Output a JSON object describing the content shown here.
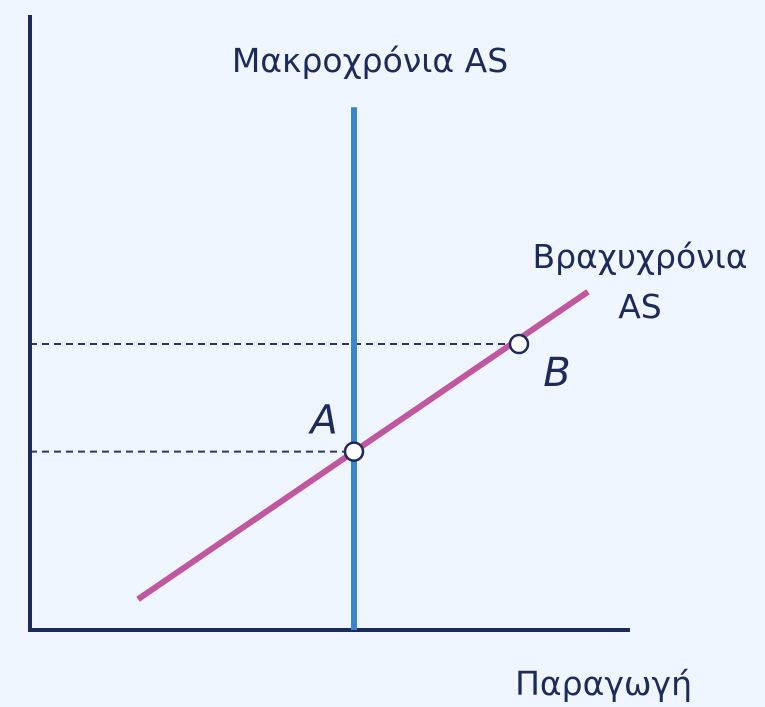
{
  "chart_data": {
    "type": "line",
    "title": "",
    "xlabel": "Παραγωγή",
    "ylabel": "",
    "series": [
      {
        "name": "Μακροχρόνια AS",
        "label_lines": [
          "Μακροχρόνια AS"
        ],
        "kind": "vertical",
        "x": 0.54,
        "y": [
          0.0,
          0.85
        ],
        "color": "#3a86c8"
      },
      {
        "name": "Βραχυχρόνια AS",
        "label_lines": [
          "Βραχυχρόνια",
          "AS"
        ],
        "kind": "line",
        "points": [
          [
            0.18,
            0.05
          ],
          [
            0.93,
            0.55
          ]
        ],
        "color": "#c0579f"
      }
    ],
    "points": [
      {
        "label": "A",
        "x": 0.54,
        "y": 0.29
      },
      {
        "label": "B",
        "x": 0.815,
        "y": 0.465
      }
    ],
    "xlim": [
      0,
      1
    ],
    "ylim": [
      0,
      1
    ],
    "axis_color": "#1e2a5a",
    "guide_color": "#2d3570",
    "grid": false
  }
}
